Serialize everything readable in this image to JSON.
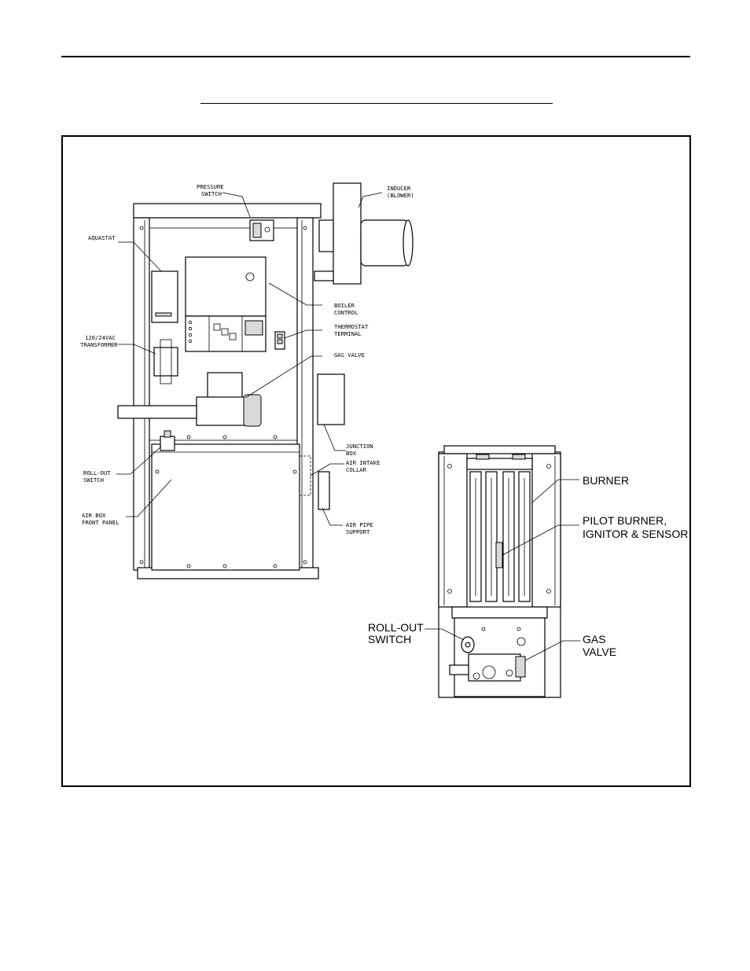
{
  "left_diagram": {
    "labels": {
      "pressure_switch": [
        "PRESSURE",
        "SWITCH"
      ],
      "inducer": [
        "INDUCER",
        "(BLOWER)"
      ],
      "aquastat": [
        "AQUASTAT"
      ],
      "boiler_control": [
        "BOILER",
        "CONTROL"
      ],
      "thermostat_terminal": [
        "THERMOSTAT",
        "TERMINAL"
      ],
      "transformer": [
        "120/24VAC",
        "TRANSFORMER"
      ],
      "gas_valve": [
        "GAS VALVE"
      ],
      "junction_box": [
        "JUNCTION",
        "BOX"
      ],
      "air_intake_collar": [
        "AIR INTAKE",
        "COLLAR"
      ],
      "roll_out_switch": [
        "ROLL-OUT",
        "SWITCH"
      ],
      "air_box_front_panel": [
        "AIR BOX",
        "FRONT PANEL"
      ],
      "air_pipe_support": [
        "AIR PIPE",
        "SUPPORT"
      ]
    }
  },
  "right_diagram": {
    "labels": {
      "burner": [
        "BURNER"
      ],
      "pilot": [
        "PILOT BURNER,",
        "IGNITOR & SENSOR"
      ],
      "roll_out_switch": [
        "ROLL-OUT",
        "SWITCH"
      ],
      "gas_valve": [
        "GAS",
        "VALVE"
      ]
    }
  }
}
